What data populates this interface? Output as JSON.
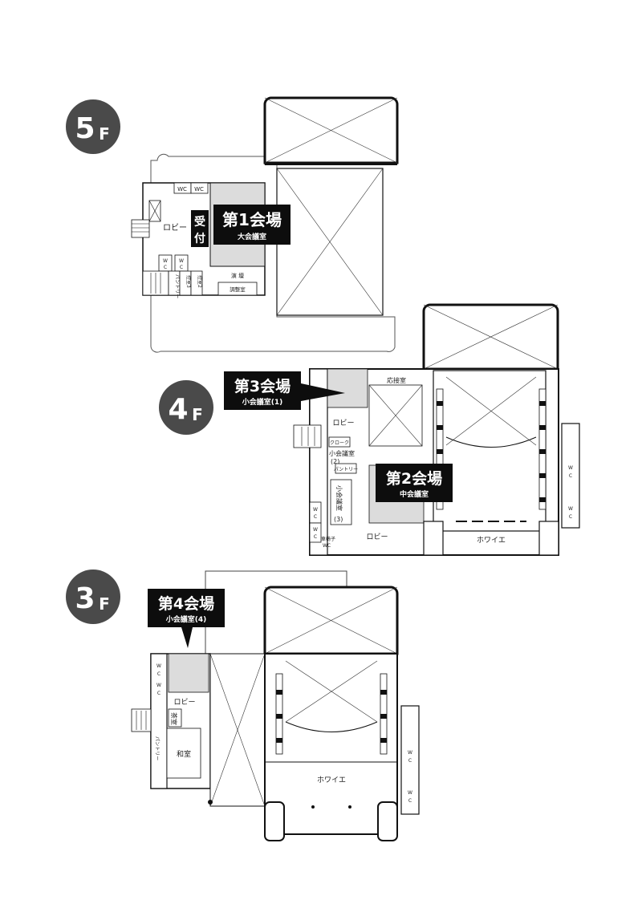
{
  "floors": {
    "f5": {
      "num": "5",
      "suffix": "F"
    },
    "f4": {
      "num": "4",
      "suffix": "F"
    },
    "f3": {
      "num": "3",
      "suffix": "F"
    }
  },
  "venues": {
    "v1": {
      "title": "第1会場",
      "sub": "大会議室"
    },
    "v2": {
      "title": "第2会場",
      "sub": "中会議室"
    },
    "v3": {
      "title": "第3会場",
      "sub": "小会議室(1)"
    },
    "v4": {
      "title": "第4会場",
      "sub": "小会議室(4)"
    }
  },
  "reception": {
    "c1": "受",
    "c2": "付"
  },
  "rooms5": {
    "wc1": "WC",
    "wc2": "WC",
    "lobby": "ロビー",
    "wc3a": "W",
    "wc3b": "C",
    "wc4a": "W",
    "wc4b": "C",
    "pantry": "パントリー",
    "hikae3": "控室3",
    "hikae2": "控室2",
    "stage": "演 壇",
    "control": "調整室"
  },
  "rooms4": {
    "reception_room": "応接室",
    "lobby1": "ロビー",
    "cloak": "クローク",
    "small2": "小会議室",
    "small2n": "(2)",
    "pantry": "パントリー",
    "small3": "小会議室",
    "small3n": "(3)",
    "wca": "W",
    "wcb": "C",
    "wcc": "W",
    "wcd": "C",
    "chair": "車椅子",
    "chairwc": "WC",
    "lobby2": "ロビー",
    "foyer": "ホワイエ",
    "ewca": "W",
    "ewcb": "C",
    "ewcc": "W",
    "ewcd": "C"
  },
  "rooms3": {
    "wca": "W",
    "wcb": "C",
    "wcc": "W",
    "wcd": "C",
    "lobby": "ロビー",
    "tea": "茶室",
    "washitsu": "和室",
    "pantry": "パントリー",
    "foyer": "ホワイエ",
    "ewca": "W",
    "ewcb": "C",
    "ewcc": "W",
    "ewcd": "C"
  },
  "colors": {
    "badge": "#4a4a4a",
    "venue": "#0d0d0d",
    "shade": "#dcdcdc",
    "line": "#111111"
  }
}
